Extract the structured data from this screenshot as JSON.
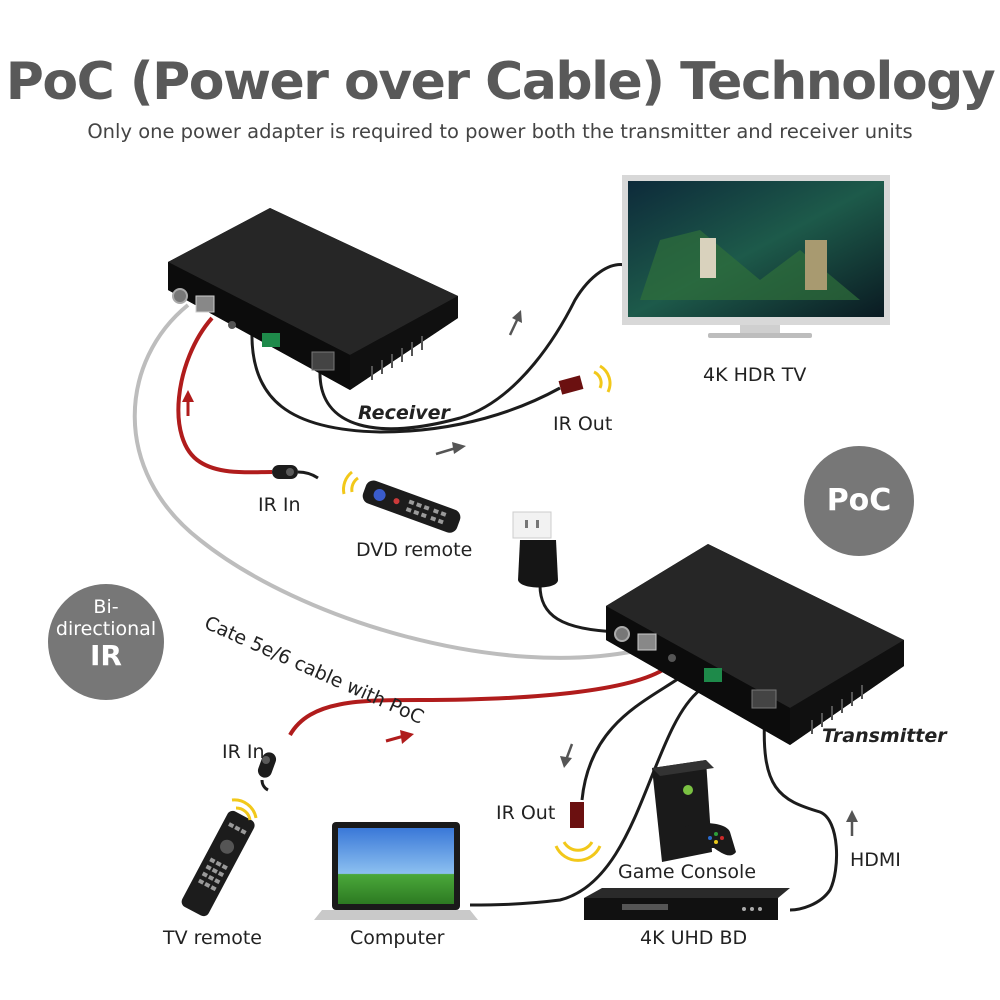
{
  "title": "PoC (Power over Cable) Technology",
  "subtitle": "Only one power adapter is required to power both the transmitter and receiver units",
  "badges": {
    "poc": "PoC",
    "bidirectional_line1": "Bi-",
    "bidirectional_line2": "directional",
    "bidirectional_line3": "IR"
  },
  "labels": {
    "tv": "4K HDR TV",
    "receiver": "Receiver",
    "transmitter": "Transmitter",
    "ir_out_top": "IR Out",
    "ir_in_top": "IR In",
    "dvd_remote": "DVD remote",
    "cable": "Cate 5e/6 cable with PoC",
    "ir_in_bottom": "IR In",
    "ir_out_bottom": "IR Out",
    "game_console": "Game Console",
    "hdmi": "HDMI",
    "tv_remote": "TV remote",
    "computer": "Computer",
    "bd": "4K UHD BD"
  },
  "colors": {
    "title": "#595959",
    "badge": "#777777",
    "ir_cable": "#b01c1c",
    "poc_cable": "#bdbdbd",
    "device": "#1c1c1c"
  },
  "icons": [
    "receiver-unit-icon",
    "transmitter-unit-icon",
    "tv-icon",
    "power-adapter-icon",
    "dvd-remote-icon",
    "tv-remote-icon",
    "laptop-icon",
    "game-console-icon",
    "bluray-player-icon",
    "ir-emitter-icon",
    "ir-receiver-icon",
    "arrow-icon"
  ]
}
